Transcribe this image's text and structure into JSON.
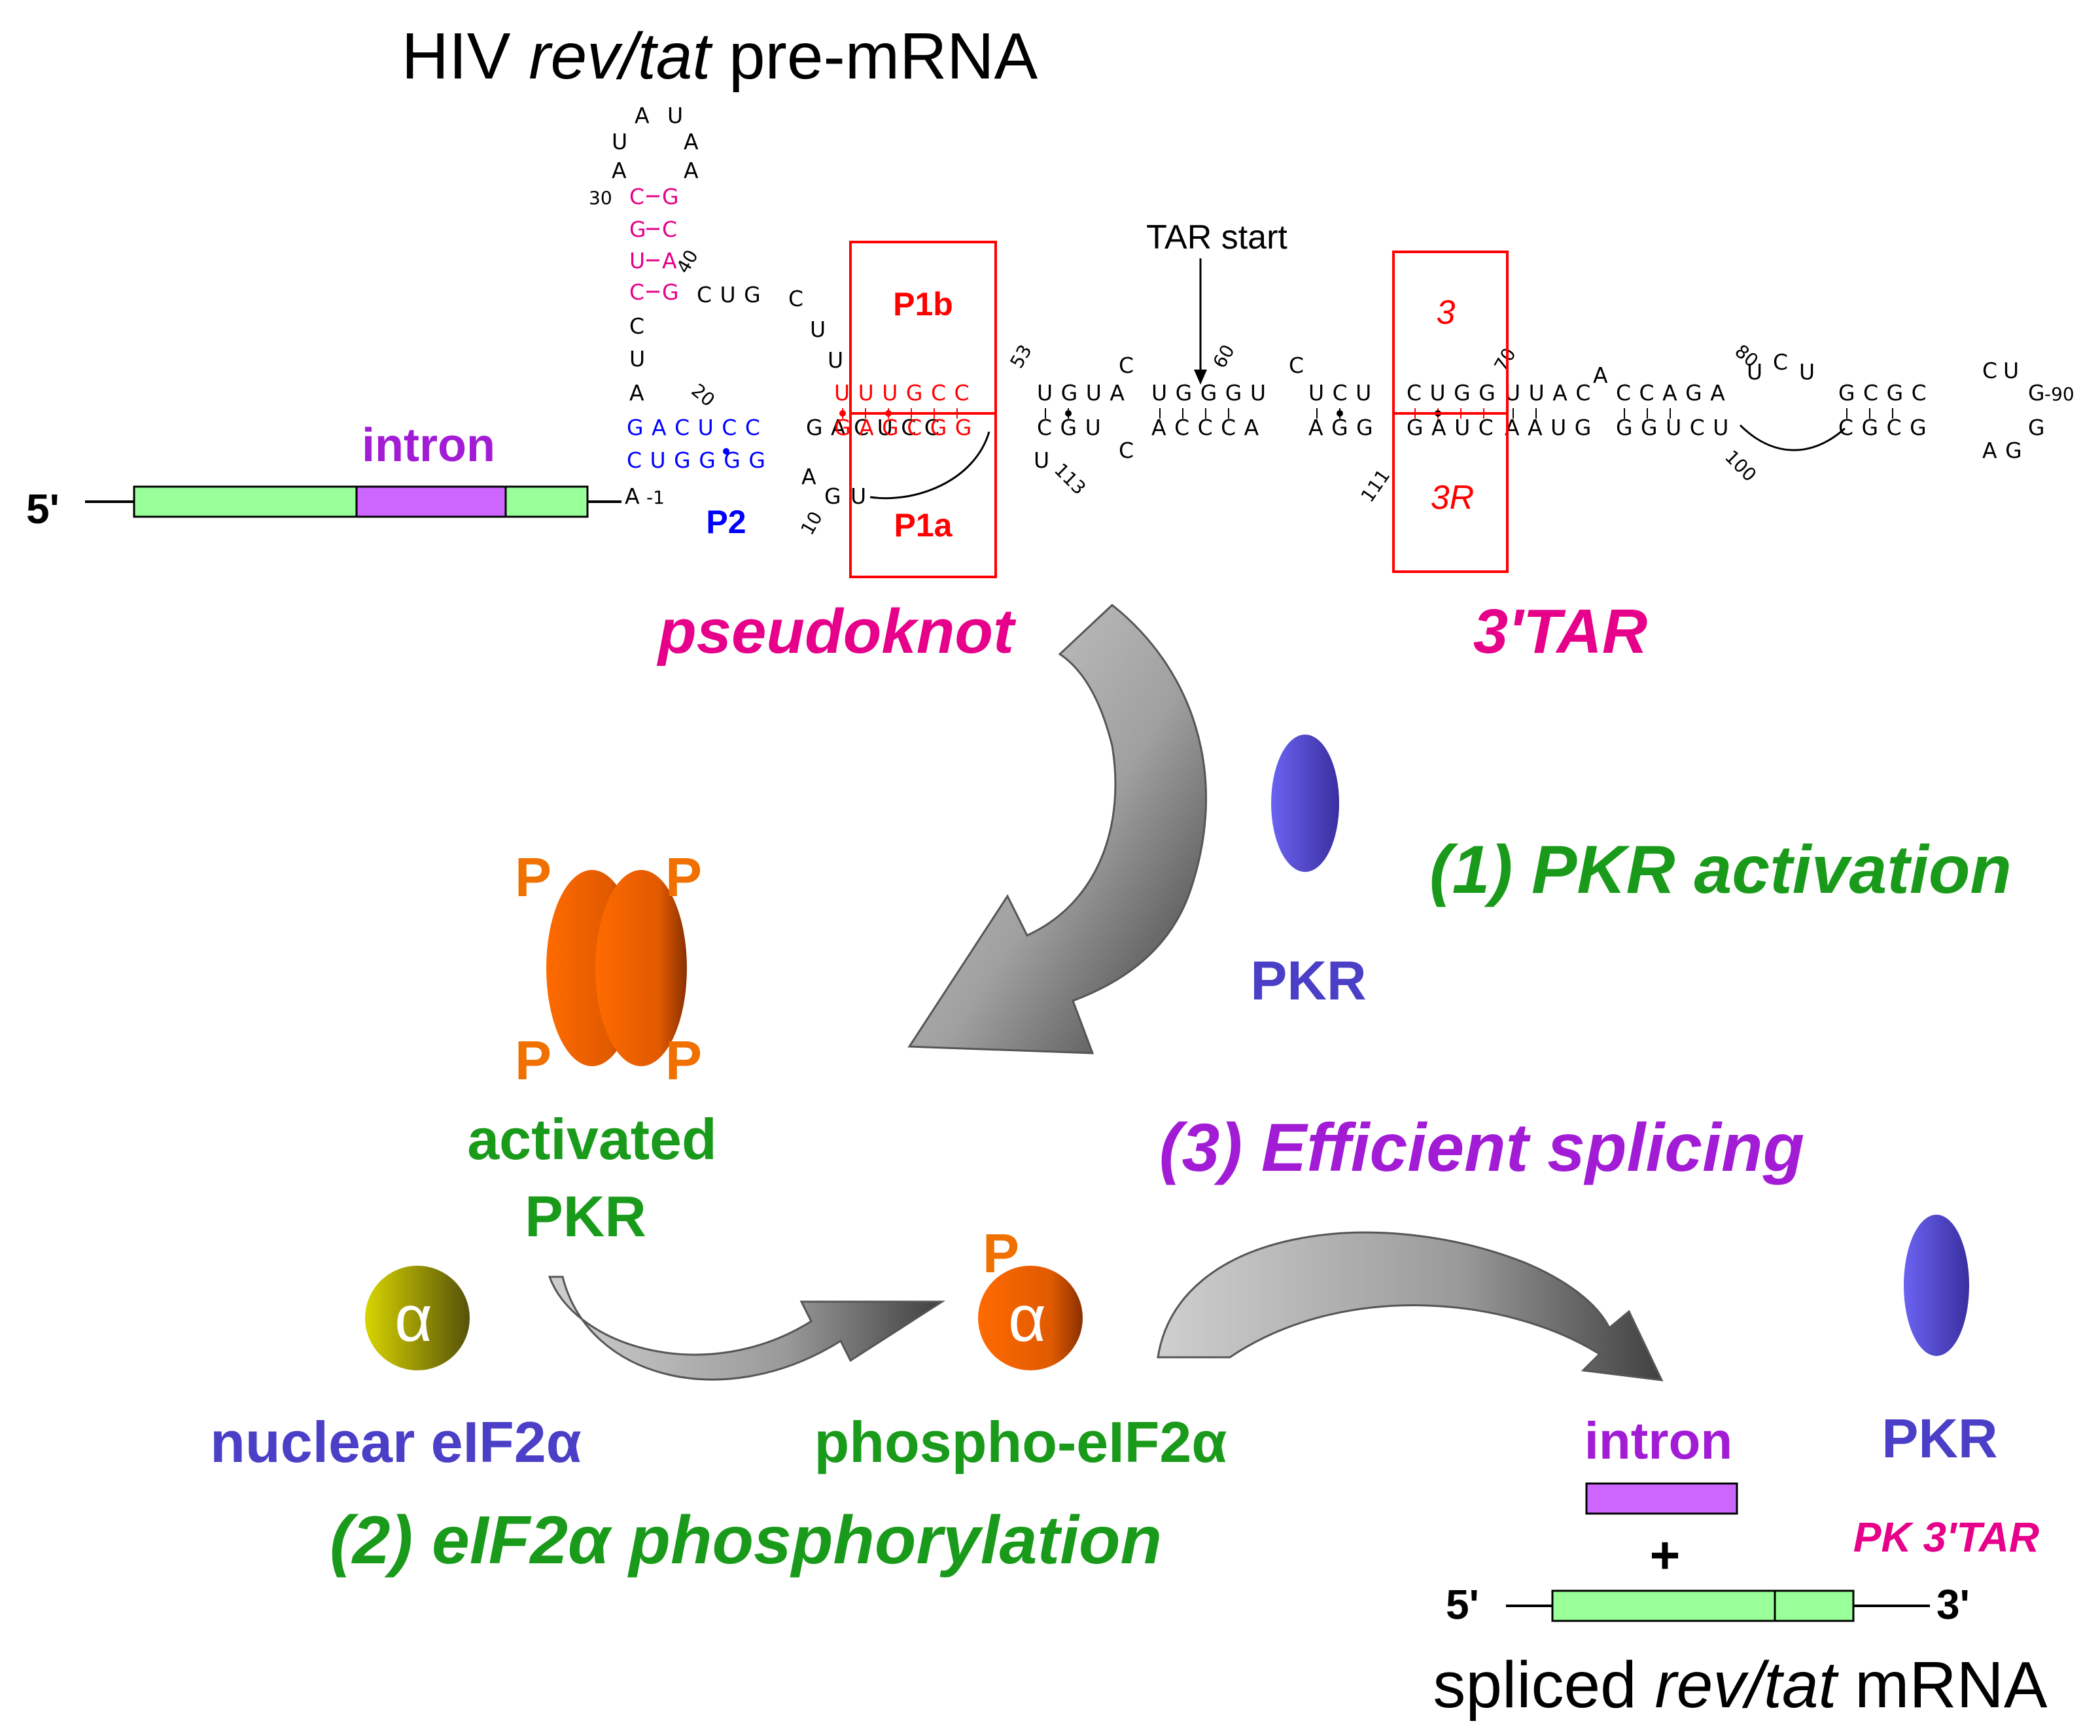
{
  "title": {
    "prefix": "HIV ",
    "italic": "rev/tat",
    "suffix": " pre-mRNA"
  },
  "colors": {
    "black": "#000000",
    "red": "#ff0000",
    "magenta": "#e6008a",
    "blue": "#0000ff",
    "green": "#1a9a1a",
    "purple": "#a21cd6",
    "pkr_blue": "#4a3fc6",
    "orange": "#f07000",
    "exon_fill": "#99ff99",
    "intron_fill": "#cc66ff"
  },
  "gene": {
    "five_prime": "5'",
    "intron_label": "intron"
  },
  "rna": {
    "tar_start": "TAR start",
    "boxes": {
      "p1b": "P1b",
      "p1a": "P1a",
      "p2": "P2",
      "three": "3",
      "three_r": "3R"
    },
    "loop_top": [
      "A",
      "U",
      "U",
      "A",
      "A",
      "A"
    ],
    "stem_left": [
      "C",
      "G",
      "U",
      "C"
    ],
    "stem_right": [
      "G",
      "C",
      "A",
      "G"
    ],
    "left_column": [
      "C",
      "U",
      "A"
    ],
    "upper_run1": "C U G",
    "upper_run2": [
      "C",
      "U",
      "U"
    ],
    "p1b_seq": "U U U G C C",
    "upper_run3": "U G U A",
    "upper_run4": "U G G G U",
    "upper_run5": "U C U",
    "three_seq": "C U G G",
    "upper_run6": "U U A C",
    "upper_run7": "C C A G A",
    "upper_run8": "G C G C",
    "upper_extra": [
      "C",
      "C",
      "C",
      "A",
      "U",
      "C",
      "U",
      "C",
      "U",
      "G"
    ],
    "p2_top": "G A C U C C",
    "p2_bottom": "C U G G G G",
    "p1a_seq": "G A G C G G",
    "lower_run1": "C G U",
    "lower_run2": "A C C C A",
    "lower_run3": "A G G",
    "three_r_seq": "G A U C",
    "lower_run4": "A A U G",
    "lower_run5": "G G U C U",
    "lower_run6": "C G C G",
    "lower_run7": "A G",
    "lower_extra": [
      "A",
      "G",
      "U",
      "U",
      "C",
      "G"
    ],
    "c_extra": "C",
    "end_nt": "A",
    "numbers": {
      "n30": "30",
      "n40": "40",
      "n20": "20",
      "n10": "10",
      "n53": "53",
      "n60": "60",
      "n70": "70",
      "n80": "80",
      "n90": "-90",
      "n100": "100",
      "n111": "111",
      "n113": "113",
      "n_m1": "-1"
    }
  },
  "labels": {
    "pseudoknot": "pseudoknot",
    "tar3": "3'TAR",
    "step1": "(1) PKR activation",
    "pkr": "PKR",
    "p": "P",
    "activated": "activated",
    "activated_pkr": "PKR",
    "step3": "(3) Efficient splicing",
    "alpha": "α",
    "nuclear": "nuclear eIF2α",
    "phospho": "phospho-eIF2α",
    "step2": "(2) eIF2α phosphorylation",
    "intron": "intron",
    "plus": "+",
    "pk_tar": "PK  3'TAR",
    "five": "5'",
    "three": "3'",
    "spliced": {
      "prefix": "spliced ",
      "italic": "rev/tat",
      "suffix": " mRNA"
    }
  }
}
